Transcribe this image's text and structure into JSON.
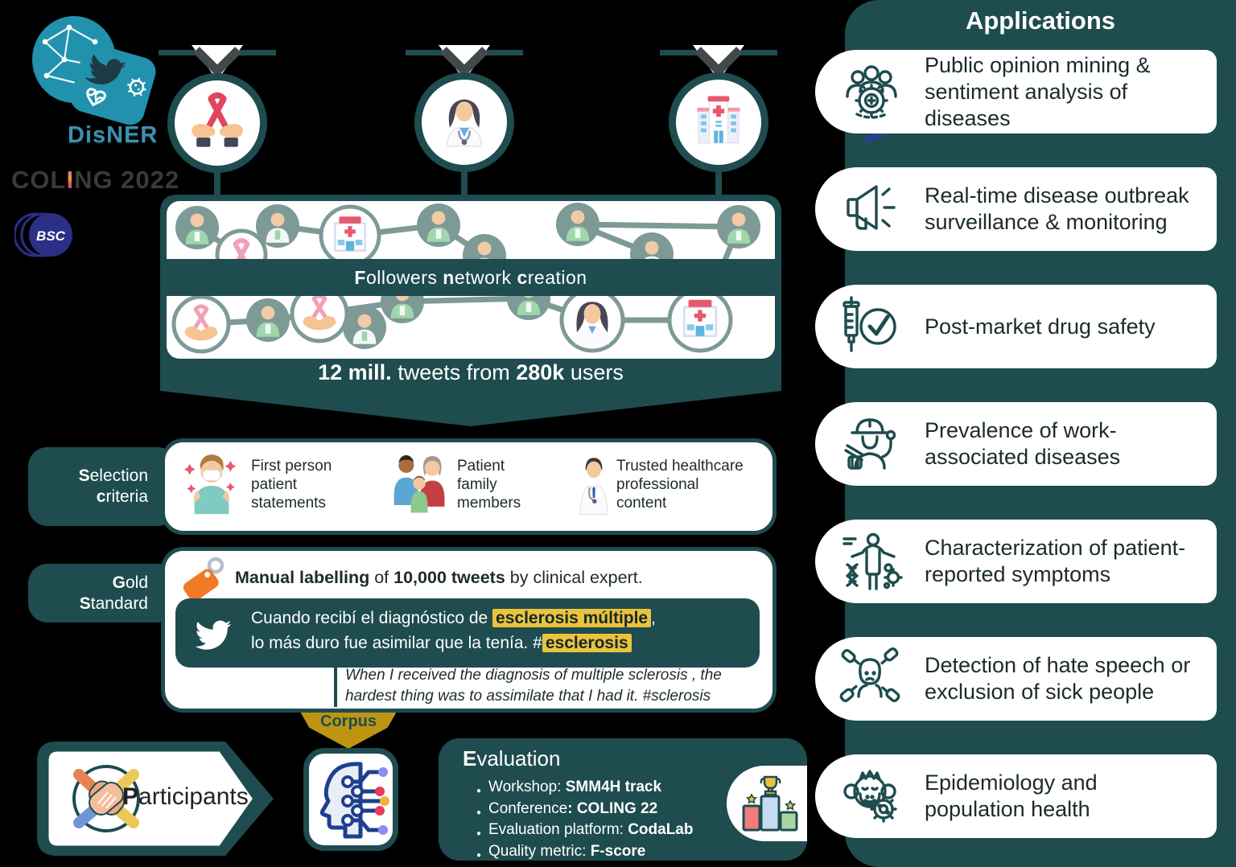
{
  "colors": {
    "teal": "#1e4c4f",
    "node": "#7d9a97",
    "gold": "#bd9513",
    "highlight": "#eac33d",
    "logo_teal": "#2191ad",
    "bsc_navy": "#2b2f86"
  },
  "logo": {
    "disner": "DisNER",
    "coling": [
      {
        "t": "COL"
      },
      {
        "t": "I",
        "grad": true
      },
      {
        "t": "NG 2022"
      }
    ],
    "bsc": "BSC"
  },
  "sources": {
    "icons": [
      "hands-ribbon",
      "female-doctor",
      "hospital"
    ]
  },
  "network": {
    "band": [
      {
        "t": "F",
        "b": true
      },
      {
        "t": "ollowers "
      },
      {
        "t": "n",
        "b": true
      },
      {
        "t": "etwork "
      },
      {
        "t": "c",
        "b": true
      },
      {
        "t": "reation"
      }
    ],
    "caption": [
      {
        "t": "12 mill.",
        "b": true
      },
      {
        "t": " tweets from "
      },
      {
        "t": "280k",
        "b": true
      },
      {
        "t": " users"
      }
    ]
  },
  "selection": {
    "tab": [
      {
        "t": "S",
        "b": true
      },
      {
        "t": "election"
      },
      {
        "br": true
      },
      {
        "t": "c",
        "b": true
      },
      {
        "t": "riteria"
      }
    ],
    "items": [
      {
        "icon": "sick-person-icon",
        "label": [
          "First person",
          "patient",
          "statements"
        ]
      },
      {
        "icon": "family-icon",
        "label": [
          "Patient",
          "family",
          "members"
        ]
      },
      {
        "icon": "doctor-icon",
        "label": [
          "Trusted healthcare",
          "professional",
          "content"
        ]
      }
    ]
  },
  "gold": {
    "tab": [
      {
        "t": "G",
        "b": true
      },
      {
        "t": "old"
      },
      {
        "br": true
      },
      {
        "t": "S",
        "b": true
      },
      {
        "t": "tandard"
      }
    ],
    "heading": [
      {
        "t": "Manual labelling",
        "b": true
      },
      {
        "t": " of "
      },
      {
        "t": "10,000 tweets",
        "b": true
      },
      {
        "t": " by clinical expert."
      }
    ],
    "tweet": [
      {
        "t": "Cuando recibí el diagnóstico de "
      },
      {
        "t": "esclerosis múltiple",
        "hl": true
      },
      {
        "t": ","
      },
      {
        "br": true
      },
      {
        "t": "lo más duro fue asimilar que la tenía.  #"
      },
      {
        "t": "esclerosis",
        "hl": true
      }
    ],
    "translation": [
      "When I received the diagnosis of multiple sclerosis , the",
      "hardest thing was to assimilate that I had it.  #sclerosis"
    ]
  },
  "corpus_label": "Corpus",
  "participants": [
    {
      "t": "P",
      "b": true
    },
    {
      "t": "articipants"
    }
  ],
  "evaluation": {
    "title": [
      {
        "t": "E",
        "b": true
      },
      {
        "t": "valuation"
      }
    ],
    "bullets": [
      {
        "seg": [
          {
            "t": "Workshop: "
          },
          {
            "t": "SMM4H track",
            "b": true
          }
        ]
      },
      {
        "seg": [
          {
            "t": "Conference"
          },
          {
            "t": ": COLING 22",
            "b": true
          }
        ]
      },
      {
        "seg": [
          {
            "t": "Evaluation platform: "
          },
          {
            "t": "CodaLab",
            "b": true
          }
        ]
      },
      {
        "seg": [
          {
            "t": "Quality metric: "
          },
          {
            "t": "F-score",
            "b": true
          }
        ]
      }
    ]
  },
  "applications": {
    "title": "Applications",
    "items": [
      {
        "icon": "crowd-gear-icon",
        "label": [
          "Public opinion mining &",
          "sentiment analysis of",
          "diseases"
        ]
      },
      {
        "icon": "megaphone-icon",
        "label": [
          "Real-time disease outbreak",
          "surveillance & monitoring"
        ]
      },
      {
        "icon": "syringe-check-icon",
        "label": [
          "Post-market drug safety"
        ]
      },
      {
        "icon": "worker-icon",
        "label": [
          "Prevalence of work-",
          "associated diseases"
        ]
      },
      {
        "icon": "body-dna-icon",
        "label": [
          "Characterization of patient-",
          "reported symptoms"
        ]
      },
      {
        "icon": "hate-speech-icon",
        "label": [
          "Detection of hate speech or",
          "exclusion of sick people"
        ]
      },
      {
        "icon": "monkey-virus-icon",
        "label": [
          "Epidemiology and",
          "population health"
        ]
      }
    ]
  }
}
